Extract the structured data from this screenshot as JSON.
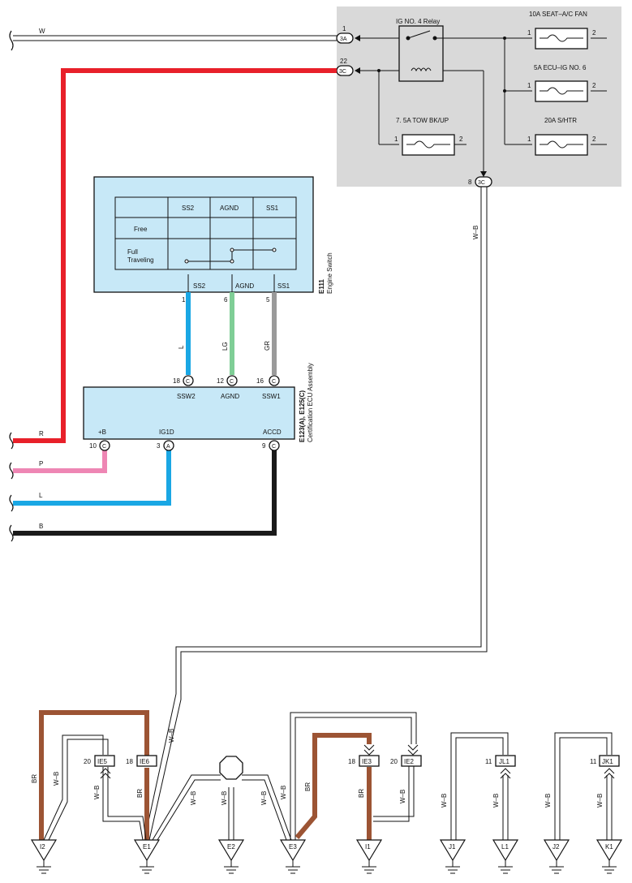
{
  "relay_box": {
    "relay_label": "IG NO. 4 Relay",
    "fuses": [
      {
        "label": "10A SEAT–A/C FAN",
        "pin_left": "1",
        "pin_right": "2"
      },
      {
        "label": "5A ECU–IG NO. 6",
        "pin_left": "1",
        "pin_right": "2"
      },
      {
        "label": "20A S/HTR",
        "pin_left": "1",
        "pin_right": "2"
      },
      {
        "label": "7. 5A TOW BK/UP",
        "pin_left": "1",
        "pin_right": "2"
      }
    ],
    "connectors": [
      {
        "pin": "1",
        "id": "3A"
      },
      {
        "pin": "22",
        "id": "3C"
      },
      {
        "pin": "8",
        "id": "3C"
      }
    ]
  },
  "wire_colors": {
    "W": "W",
    "R": "R",
    "P": "P",
    "L": "L",
    "B": "B",
    "LG": "LG",
    "GR": "GR",
    "WB": "W–B",
    "BR": "BR"
  },
  "engine_switch": {
    "code": "E111",
    "name": "Engine Switch",
    "table_headers": [
      "SS2",
      "AGND",
      "SS1"
    ],
    "rows": [
      "Free",
      "Full\nTraveling"
    ],
    "row_full_1": "Full",
    "row_full_2": "Traveling",
    "terminals": [
      "SS2",
      "AGND",
      "SS1"
    ],
    "pins": [
      "1",
      "6",
      "5"
    ]
  },
  "cert_ecu": {
    "code": "E123(A), E125(C)",
    "name": "Certification ECU Assembly",
    "top_terminals": [
      {
        "pin": "18",
        "conn": "C",
        "name": "SSW2"
      },
      {
        "pin": "12",
        "conn": "C",
        "name": "AGND"
      },
      {
        "pin": "16",
        "conn": "C",
        "name": "SSW1"
      }
    ],
    "bottom_terminals": [
      {
        "pin": "10",
        "conn": "C",
        "name": "+B"
      },
      {
        "pin": "3",
        "conn": "A",
        "name": "IG1D"
      },
      {
        "pin": "9",
        "conn": "C",
        "name": "ACCD"
      }
    ]
  },
  "junctions": [
    {
      "pin": "20",
      "id": "IE5"
    },
    {
      "pin": "18",
      "id": "IE6"
    },
    {
      "pin": "18",
      "id": "IE3"
    },
    {
      "pin": "20",
      "id": "IE2"
    },
    {
      "pin": "11",
      "id": "JL1"
    },
    {
      "pin": "11",
      "id": "JK1"
    }
  ],
  "grounds": [
    "I2",
    "E1",
    "E2",
    "E3",
    "I1",
    "J1",
    "L1",
    "J2",
    "K1"
  ],
  "colors": {
    "red": "#e8202a",
    "pink": "#ee86b4",
    "blue": "#1aa7e4",
    "black": "#1a1a1a",
    "lightgreen": "#7fce96",
    "gray": "#9a9a9a",
    "brown": "#9c5434",
    "panel": "#d9d9d9",
    "component": "#c7e8f7"
  }
}
